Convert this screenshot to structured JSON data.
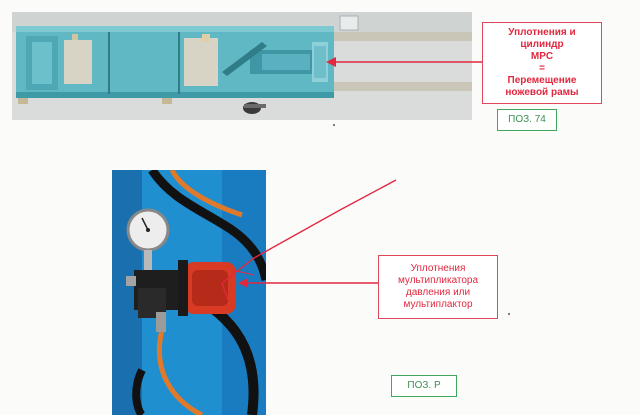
{
  "callouts": {
    "top": {
      "line1": "Уплотнения и цилиндр",
      "line2": "MPC",
      "line3": "=",
      "line4": "Перемещение",
      "line5": "ножевой рамы"
    },
    "bottom": {
      "line1": "Уплотнения",
      "line2": "мультипликатора",
      "line3": "давления или",
      "line4": "мультиплактор"
    }
  },
  "position_tags": {
    "top": "ПОЗ. 74",
    "bottom": "ПОЗ. Р"
  },
  "colors": {
    "callout_red": "#e1283f",
    "tag_green": "#3a8f52",
    "machine_teal": "#5fb8c4",
    "panel_blue": "#1f8fd0"
  }
}
